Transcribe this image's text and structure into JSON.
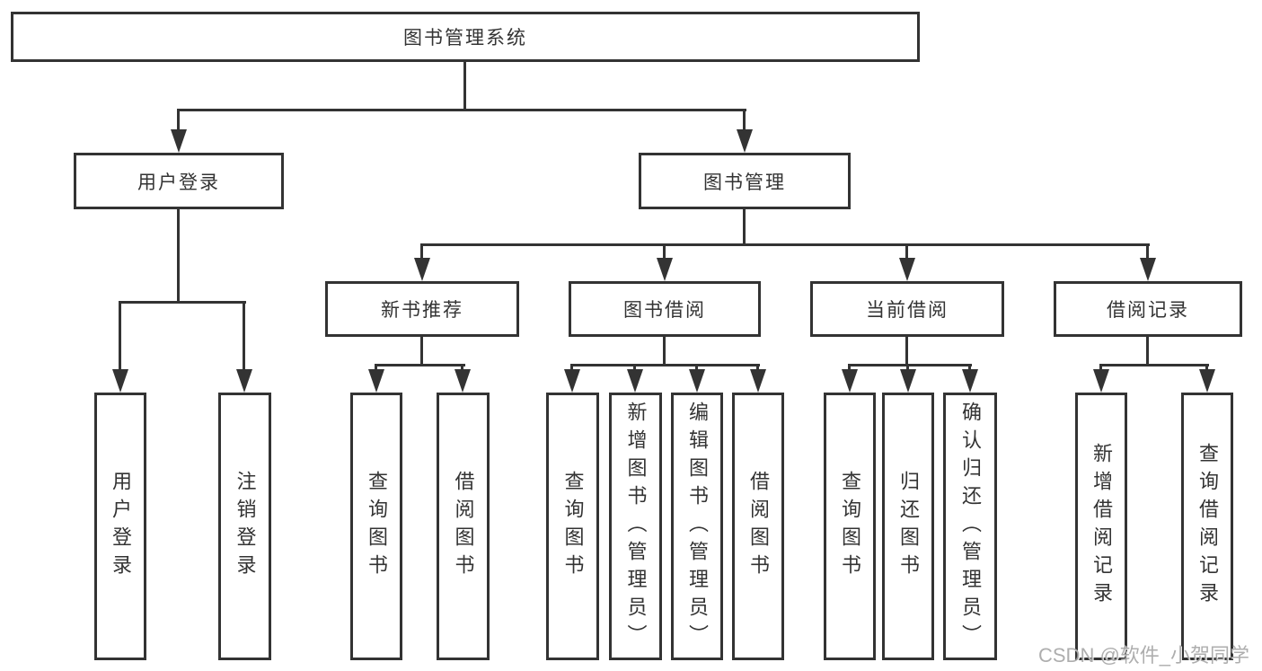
{
  "diagram": {
    "title": "图书管理系统",
    "watermark": "CSDN @软件_小贺同学",
    "colors": {
      "line": "#333333",
      "text": "#333333",
      "background": "#ffffff",
      "watermark": "#a0a0a0"
    },
    "nodes": {
      "root": {
        "label": "图书管理系统"
      },
      "userLogin": {
        "label": "用户登录"
      },
      "bookManagement": {
        "label": "图书管理"
      },
      "newBookRecommend": {
        "label": "新书推荐"
      },
      "bookBorrow": {
        "label": "图书借阅"
      },
      "currentBorrow": {
        "label": "当前借阅"
      },
      "borrowRecords": {
        "label": "借阅记录"
      },
      "leafUserLogin": {
        "label": "用户登录"
      },
      "leafLogout": {
        "label": "注销登录"
      },
      "leafQueryBooksRec": {
        "label": "查询图书"
      },
      "leafBorrowBooksRec": {
        "label": "借阅图书"
      },
      "leafQueryBooksBorrow": {
        "label": "查询图书"
      },
      "leafAddBooks": {
        "label": "新增图书（管理员）"
      },
      "leafEditBooks": {
        "label": "编辑图书（管理员）"
      },
      "leafBorrowBooksBorrow": {
        "label": "借阅图书"
      },
      "leafQueryBooksCurrent": {
        "label": "查询图书"
      },
      "leafReturnBooks": {
        "label": "归还图书"
      },
      "leafConfirmReturn": {
        "label": "确认归还（管理员）"
      },
      "leafAddBorrowRecord": {
        "label": "新增借阅记录"
      },
      "leafQueryBorrowRecord": {
        "label": "查询借阅记录"
      }
    }
  }
}
